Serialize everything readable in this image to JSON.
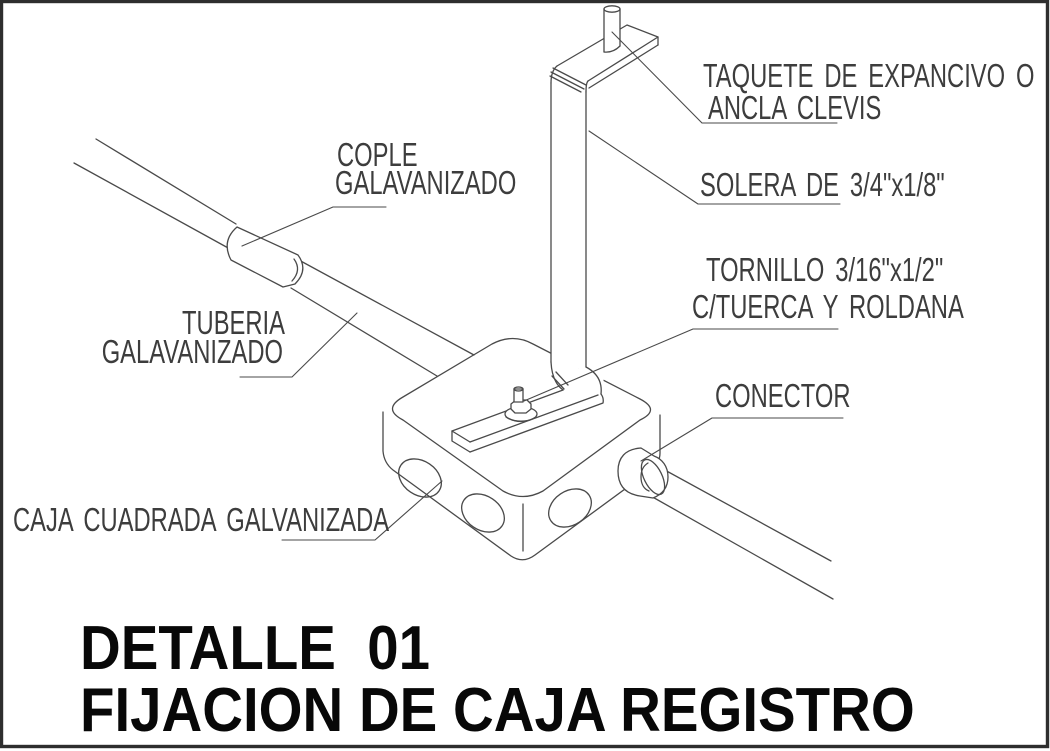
{
  "drawing": {
    "labels": {
      "taquete_line1": "TAQUETE DE EXPANCIVO O",
      "taquete_line2": "ANCLA CLEVIS",
      "solera": "SOLERA DE 3/4\"x1/8\"",
      "tornillo_line1": "TORNILLO 3/16\"x1/2\"",
      "tornillo_line2": "C/TUERCA Y ROLDANA",
      "conector": "CONECTOR",
      "cople_line1": "COPLE",
      "cople_line2": "GALAVANIZADO",
      "tuberia_line1": "TUBERIA",
      "tuberia_line2": "GALAVANIZADO",
      "caja": "CAJA CUADRADA GALVANIZADA"
    },
    "title": {
      "line1": "DETALLE  01",
      "line2": "FIJACION DE CAJA REGISTRO"
    },
    "colors": {
      "line": "#4a4a4a",
      "label_text": "#3d3d3d",
      "title_text": "#080808",
      "background": "#ffffff",
      "border": "#2e2e2e"
    }
  }
}
